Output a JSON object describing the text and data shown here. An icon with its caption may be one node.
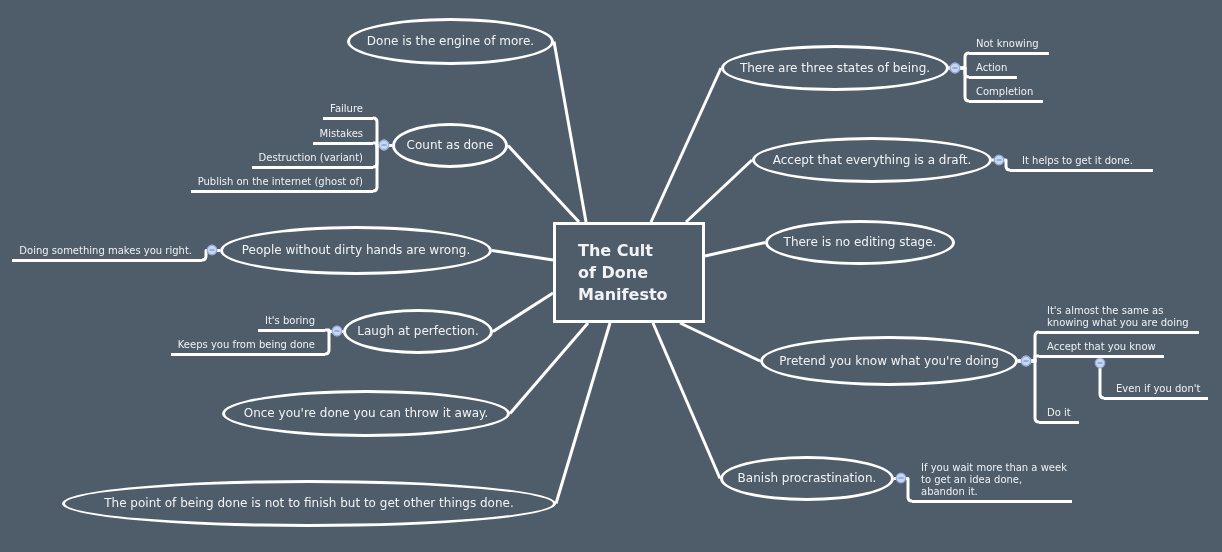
{
  "diagram": {
    "nodes": [
      {
        "text": [
          "The Cult of Done Manifesto"
        ]
      },
      {
        "text": [
          "There are three states of being."
        ]
      },
      {
        "text": [
          "Not knowing"
        ]
      },
      {
        "text": [
          "Action"
        ]
      },
      {
        "text": [
          "Completion"
        ]
      },
      {
        "text": [
          "Accept that everything is a draft."
        ]
      },
      {
        "text": [
          "It helps to get it done."
        ]
      },
      {
        "text": [
          "There is no editing stage."
        ]
      },
      {
        "text": [
          "Pretend you know what you're doing"
        ]
      },
      {
        "text": [
          "It's almost the same as knowing what you are doing"
        ]
      },
      {
        "text": [
          "Accept that you know"
        ]
      },
      {
        "text": [
          "Even if you don't"
        ]
      },
      {
        "text": [
          "Do it"
        ]
      },
      {
        "text": [
          "Banish procrastination."
        ]
      },
      {
        "text": [
          "If you wait more than a week to get an idea done, abandon it."
        ]
      },
      {
        "text": [
          "The point of being done is not to finish but to get other things done."
        ]
      },
      {
        "text": [
          "Once you're done you can throw it away."
        ]
      },
      {
        "text": [
          "Laugh at perfection."
        ]
      },
      {
        "text": [
          "It's boring"
        ]
      },
      {
        "text": [
          "Keeps you from being done"
        ]
      },
      {
        "text": [
          "People without dirty hands are wrong."
        ]
      },
      {
        "text": [
          "Doing something makes you right."
        ]
      },
      {
        "text": [
          "Count as done"
        ]
      },
      {
        "text": [
          "Failure"
        ]
      },
      {
        "text": [
          "Mistakes"
        ]
      },
      {
        "text": [
          "Destruction (variant)"
        ]
      },
      {
        "text": [
          "Publish on the internet (ghost of)"
        ]
      },
      {
        "text": [
          "Done is the engine of more."
        ]
      }
    ],
    "edges": [
      {
        "from": 0,
        "to": 1,
        "arrow": "none"
      },
      {
        "from": 0,
        "to": 5,
        "arrow": "none"
      },
      {
        "from": 0,
        "to": 7,
        "arrow": "none"
      },
      {
        "from": 0,
        "to": 8,
        "arrow": "none"
      },
      {
        "from": 0,
        "to": 13,
        "arrow": "none"
      },
      {
        "from": 0,
        "to": 15,
        "arrow": "none"
      },
      {
        "from": 0,
        "to": 16,
        "arrow": "none"
      },
      {
        "from": 0,
        "to": 17,
        "arrow": "none"
      },
      {
        "from": 0,
        "to": 20,
        "arrow": "none"
      },
      {
        "from": 0,
        "to": 22,
        "arrow": "none"
      },
      {
        "from": 0,
        "to": 27,
        "arrow": "none"
      },
      {
        "from": 1,
        "to": 2,
        "arrow": "other"
      },
      {
        "from": 1,
        "to": 3,
        "arrow": "other"
      },
      {
        "from": 1,
        "to": 4,
        "arrow": "other"
      },
      {
        "from": 5,
        "to": 6,
        "arrow": "other"
      },
      {
        "from": 8,
        "to": 9,
        "arrow": "other"
      },
      {
        "from": 8,
        "to": 10,
        "arrow": "other"
      },
      {
        "from": 8,
        "to": 12,
        "arrow": "other"
      },
      {
        "from": 10,
        "to": 11,
        "arrow": "other"
      },
      {
        "from": 13,
        "to": 14,
        "arrow": "other"
      },
      {
        "from": 17,
        "to": 18,
        "arrow": "other"
      },
      {
        "from": 17,
        "to": 19,
        "arrow": "other"
      },
      {
        "from": 20,
        "to": 21,
        "arrow": "other"
      },
      {
        "from": 22,
        "to": 23,
        "arrow": "other"
      },
      {
        "from": 22,
        "to": 24,
        "arrow": "other"
      },
      {
        "from": 22,
        "to": 25,
        "arrow": "other"
      },
      {
        "from": 22,
        "to": 26,
        "arrow": "other"
      }
    ]
  }
}
